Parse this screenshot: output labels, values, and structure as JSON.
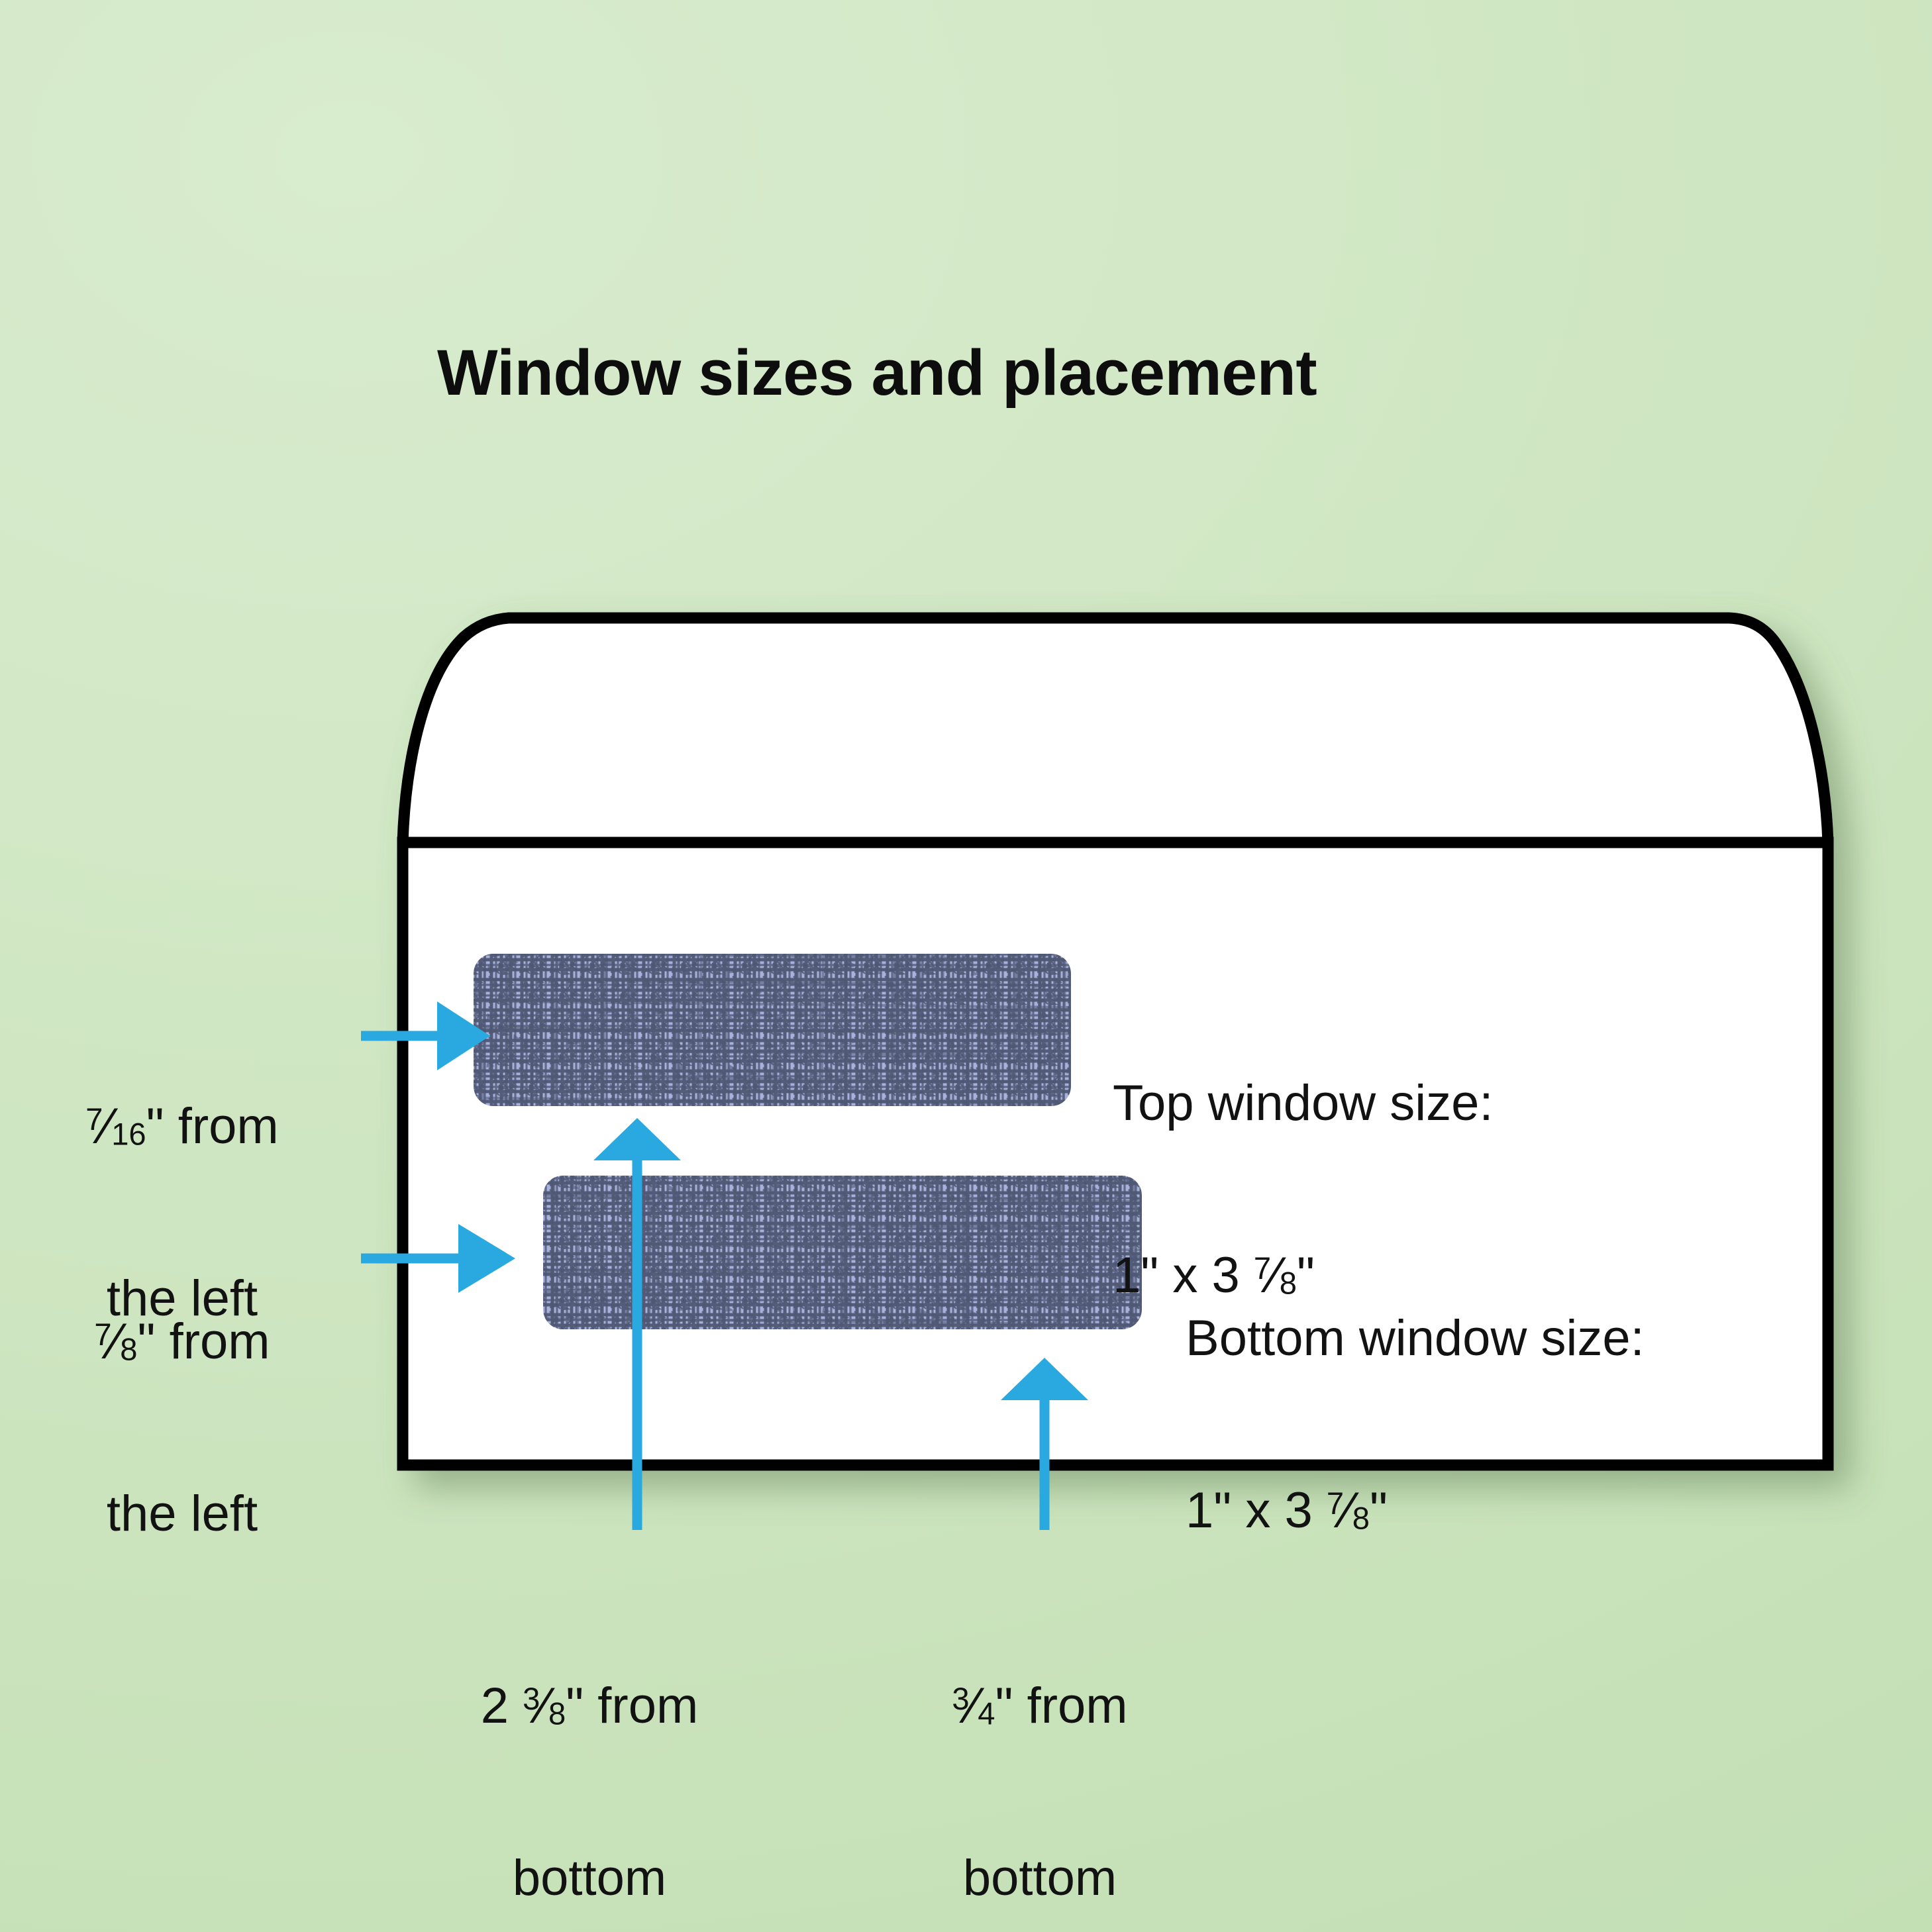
{
  "title": "Window sizes and placement",
  "colors": {
    "background": "#cfe6c2",
    "envelope_fill": "#ffffff",
    "envelope_outline": "#000000",
    "window_base": "#a8b0dc",
    "window_pattern": "#4e5773",
    "arrow": "#29a9e0",
    "text": "#111111"
  },
  "envelope": {
    "name": "double-window-envelope",
    "windows": [
      {
        "id": "top-window",
        "size_label": "1\" x 3 ⅞\""
      },
      {
        "id": "bottom-window",
        "size_label": "1\" x 3 ⅞\""
      }
    ]
  },
  "callouts": {
    "top_window_left_offset": {
      "line1": "⁷⁄₁₆\" from",
      "line2": "the left"
    },
    "bottom_window_left_offset": {
      "line1": "⅞\" from",
      "line2": "the left"
    },
    "top_window_size": {
      "line1": "Top window size:",
      "line2": "1\" x 3 ⅞\""
    },
    "bottom_window_size": {
      "line1": "Bottom window size:",
      "line2": "1\" x 3 ⅞\""
    },
    "top_window_from_bottom": {
      "line1": "2 ⅜\" from",
      "line2": "bottom"
    },
    "bottom_window_from_bottom": {
      "line1": "¾\" from",
      "line2": "bottom"
    }
  },
  "measurements": [
    {
      "label": "top window distance from left edge",
      "value": "7/16\""
    },
    {
      "label": "bottom window distance from left edge",
      "value": "7/8\""
    },
    {
      "label": "top window size",
      "value": "1\" x 3 7/8\""
    },
    {
      "label": "bottom window size",
      "value": "1\" x 3 7/8\""
    },
    {
      "label": "top window distance from bottom edge",
      "value": "2 3/8\""
    },
    {
      "label": "bottom window distance from bottom edge",
      "value": "3/4\""
    }
  ]
}
